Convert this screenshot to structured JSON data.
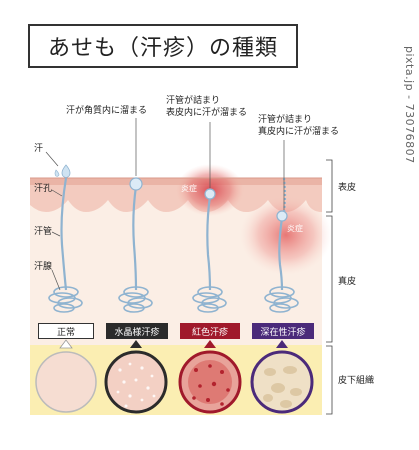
{
  "title": "あせも（汗疹）の種類",
  "watermark": "pixta.jp - 73076807",
  "labels": {
    "sweat": "汗",
    "pore": "汗孔",
    "duct": "汗管",
    "gland": "汗腺"
  },
  "annotations": {
    "crystal_line1": "汗が角質内に溜まる",
    "red_line1": "汗管が詰まり",
    "red_line2": "表皮内に汗が溜まる",
    "deep_line1": "汗管が詰まり",
    "deep_line2": "真皮内に汗が溜まる"
  },
  "layers": {
    "epidermis": "表皮",
    "dermis": "真皮",
    "subcutis": "皮下組織"
  },
  "inflammation": "炎症",
  "types": [
    {
      "label": "正常",
      "color": "#ffffff"
    },
    {
      "label": "水晶様汗疹",
      "color": "#2b2b2b"
    },
    {
      "label": "紅色汗疹",
      "color": "#a0192b"
    },
    {
      "label": "深在性汗疹",
      "color": "#4b2a7a"
    }
  ],
  "colors": {
    "epidermis": "#f5d2c8",
    "dermis": "#fbeee5",
    "subcutis": "#fbeeb2",
    "duct": "#8fb3d0",
    "inflammation": "#d6404a"
  }
}
